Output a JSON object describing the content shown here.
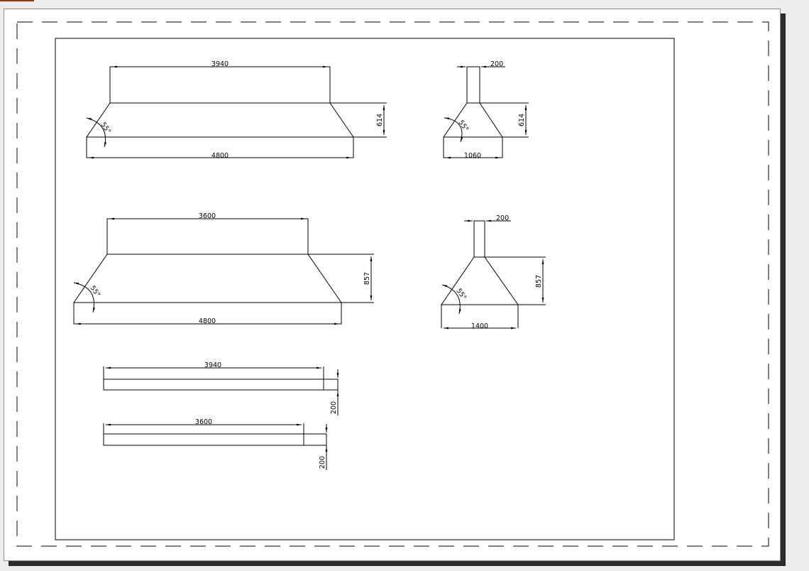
{
  "colors": {
    "paper": "#ffffff",
    "ink": "#000000",
    "background": "#ececec",
    "shadow": "#2b2b2b"
  },
  "view1": {
    "top_width": "3940",
    "bottom_width": "4800",
    "height": "614",
    "angle": "55°"
  },
  "view2": {
    "neck_width": "200",
    "bottom_width": "1060",
    "height": "614",
    "angle": "55°"
  },
  "view3": {
    "top_width": "3600",
    "bottom_width": "4800",
    "height": "857",
    "angle": "55°"
  },
  "view4": {
    "neck_width": "200",
    "bottom_width": "1400",
    "height": "857",
    "angle": "55°"
  },
  "strip1": {
    "length": "3940",
    "height": "200"
  },
  "strip2": {
    "length": "3600",
    "height": "200"
  }
}
